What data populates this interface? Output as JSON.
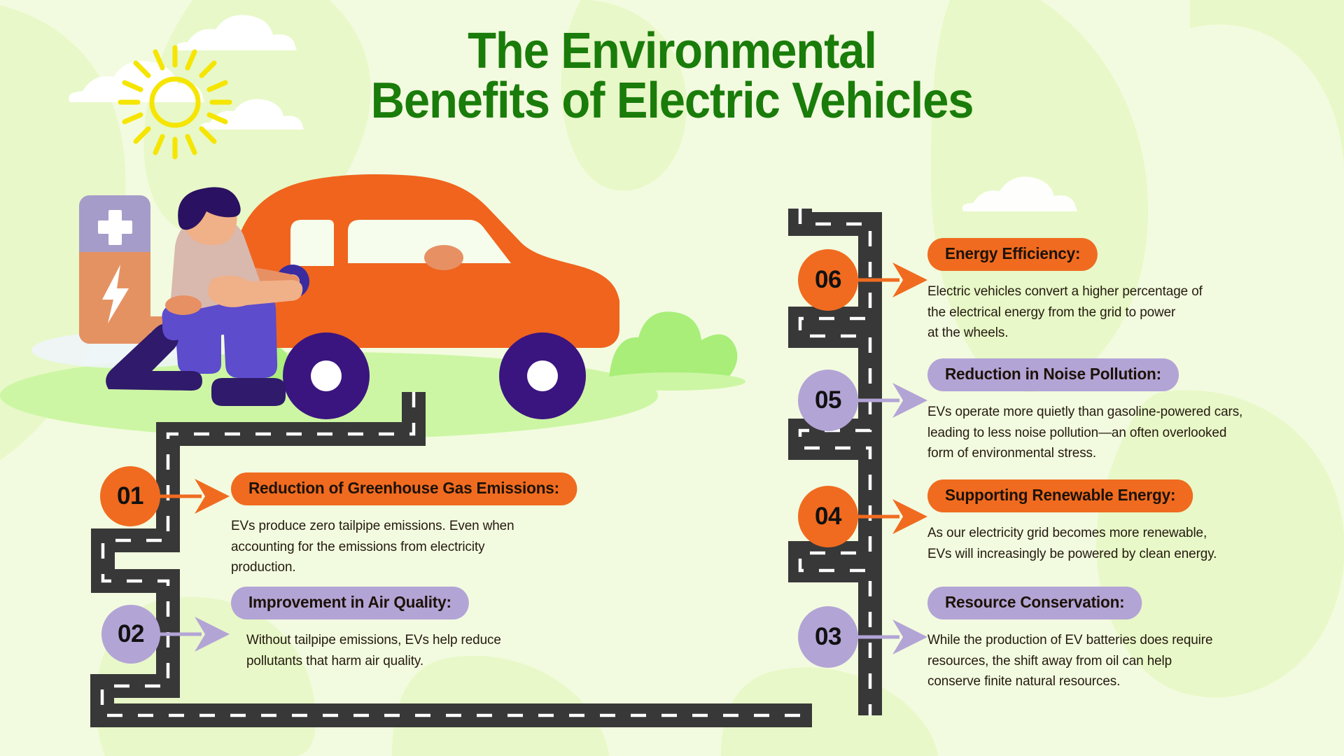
{
  "title": {
    "line1": "The Environmental",
    "line2": "Benefits of Electric Vehicles",
    "color": "#1a7c0a"
  },
  "colors": {
    "background": "#f2fbdf",
    "orange": "#f06b20",
    "purple": "#b3a4d6",
    "road": "#383838",
    "road_dash": "#ffffff",
    "title_green": "#1a7c0a",
    "car_body": "#f0641e",
    "wheel": "#3a1580",
    "sun": "#f5e500",
    "grass": "#a8ee79",
    "body_text": "#241a10"
  },
  "illustration": {
    "sun_label": "sun-icon",
    "cloud_label": "cloud-shape",
    "charger_plus_label": "plus-symbol",
    "charger_bolt_label": "lightning-bolt-symbol",
    "car_label": "electric-car",
    "person_label": "person-charging-car",
    "bush_label": "bush-shape"
  },
  "items": [
    {
      "number": "01",
      "accent": "orange",
      "heading": "Reduction of Greenhouse Gas Emissions:",
      "body": "EVs produce zero tailpipe emissions. Even when\naccounting for the emissions from electricity\nproduction."
    },
    {
      "number": "02",
      "accent": "purple",
      "heading": "Improvement in Air Quality:",
      "body": "Without tailpipe emissions, EVs help reduce\npollutants that harm air quality."
    },
    {
      "number": "03",
      "accent": "purple",
      "heading": "Resource Conservation:",
      "body": "While the production of EV batteries does require\nresources, the shift away from oil can help\nconserve finite natural resources."
    },
    {
      "number": "04",
      "accent": "orange",
      "heading": "Supporting Renewable Energy:",
      "body": "As our electricity grid becomes more renewable,\nEVs will increasingly be powered by clean energy."
    },
    {
      "number": "05",
      "accent": "purple",
      "heading": "Reduction in Noise Pollution:",
      "body": "EVs operate more quietly than gasoline-powered cars,\nleading to less noise pollution—an often overlooked\nform of environmental stress."
    },
    {
      "number": "06",
      "accent": "orange",
      "heading": "Energy Efficiency:",
      "body": "Electric vehicles convert a higher percentage of\nthe electrical energy from the grid to power\nat the wheels."
    }
  ]
}
